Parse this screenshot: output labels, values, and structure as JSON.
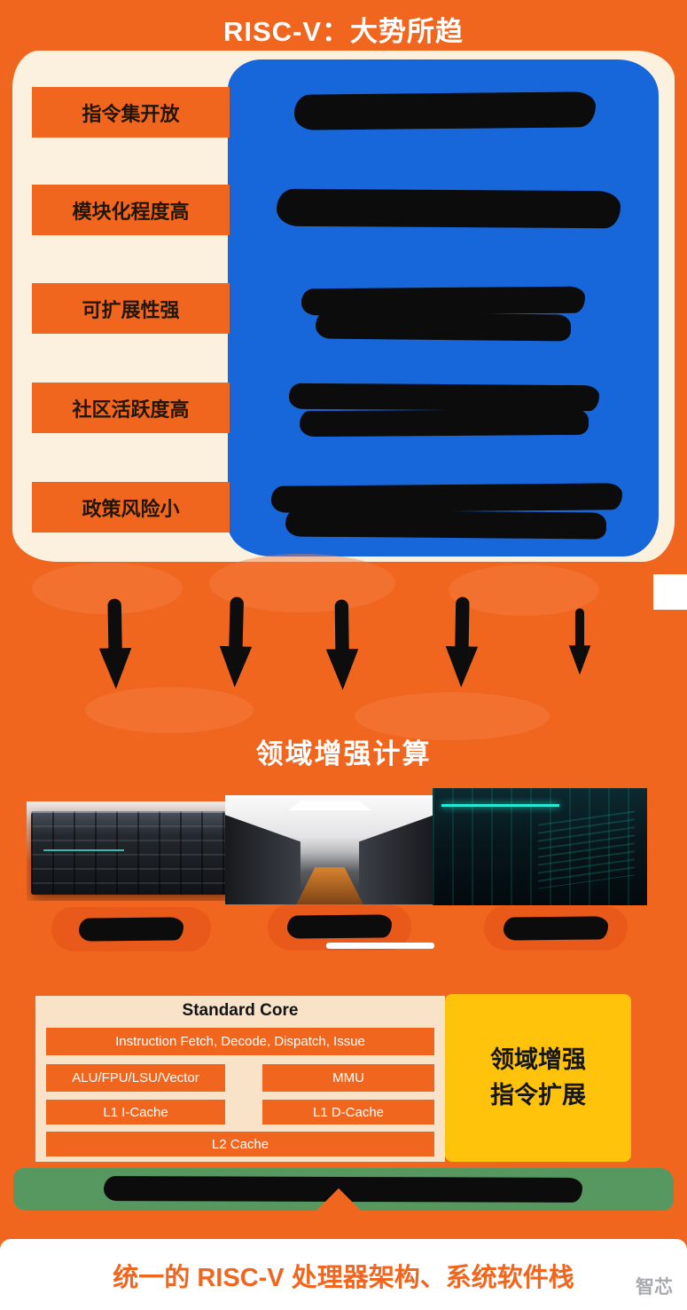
{
  "header": {
    "title": "RISC-V：大势所趋"
  },
  "features": [
    {
      "label": "指令集开放"
    },
    {
      "label": "模块化程度高"
    },
    {
      "label": "可扩展性强"
    },
    {
      "label": "社区活跃度高"
    },
    {
      "label": "政策风险小"
    }
  ],
  "section2": {
    "title": "领域增强计算"
  },
  "core": {
    "title": "Standard Core",
    "fetch": "Instruction Fetch, Decode, Dispatch, Issue",
    "alu": "ALU/FPU/LSU/Vector",
    "mmu": "MMU",
    "l1i": "L1 I-Cache",
    "l1d": "L1 D-Cache",
    "l2": "L2 Cache",
    "side_line1": "领域增强",
    "side_line2": "指令扩展"
  },
  "footer": {
    "banner": "统一的 RISC-V 处理器架构、系统软件栈",
    "watermark": "智芯"
  },
  "colors": {
    "orange": "#F0661F",
    "blue": "#1767DB",
    "gold": "#FFC30B",
    "green": "#56985F",
    "cream": "#FCF1DF"
  }
}
